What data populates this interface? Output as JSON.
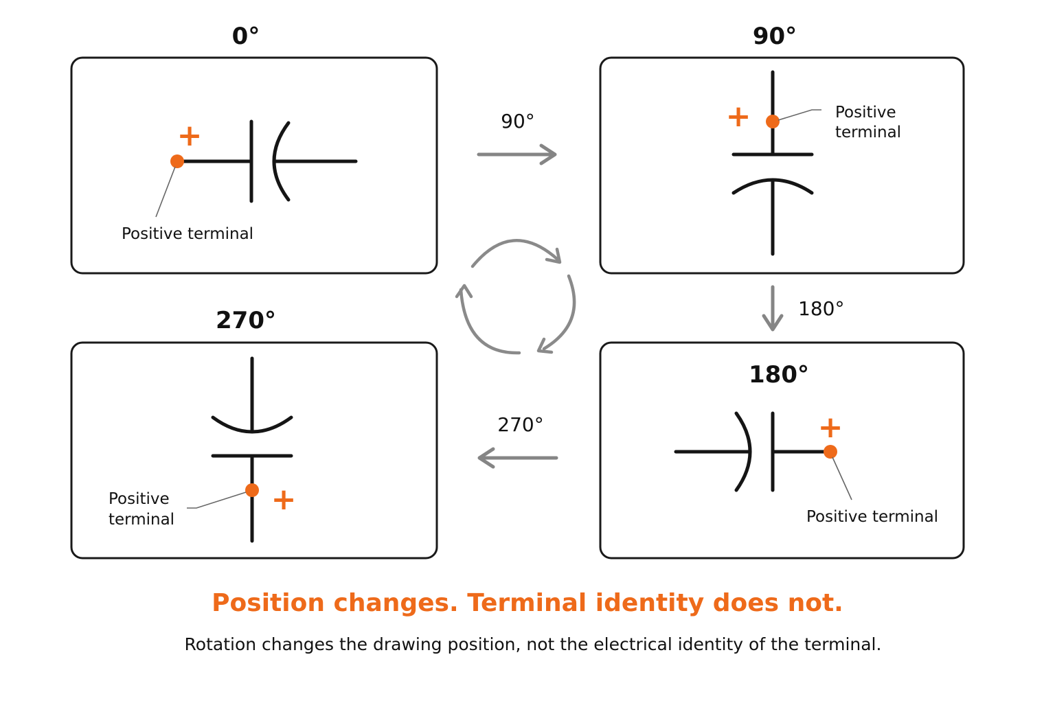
{
  "panels": {
    "deg0": {
      "title": "0°",
      "terminal_label": "Positive terminal"
    },
    "deg90": {
      "title": "90°",
      "terminal_label_line1": "Positive",
      "terminal_label_line2": "terminal"
    },
    "deg180": {
      "title": "180°",
      "terminal_label": "Positive terminal"
    },
    "deg270": {
      "title": "270°",
      "terminal_label_line1": "Positive",
      "terminal_label_line2": "terminal"
    }
  },
  "symbols": {
    "plus": "+"
  },
  "transitions": {
    "to90": "90°",
    "to180": "180°",
    "to270": "270°"
  },
  "headline": "Position changes. Terminal identity does not.",
  "caption": "Rotation changes the drawing position, not the electrical identity of the terminal.",
  "colors": {
    "accent": "#ee6a1a",
    "arrow": "#858585",
    "ink": "#151515"
  }
}
